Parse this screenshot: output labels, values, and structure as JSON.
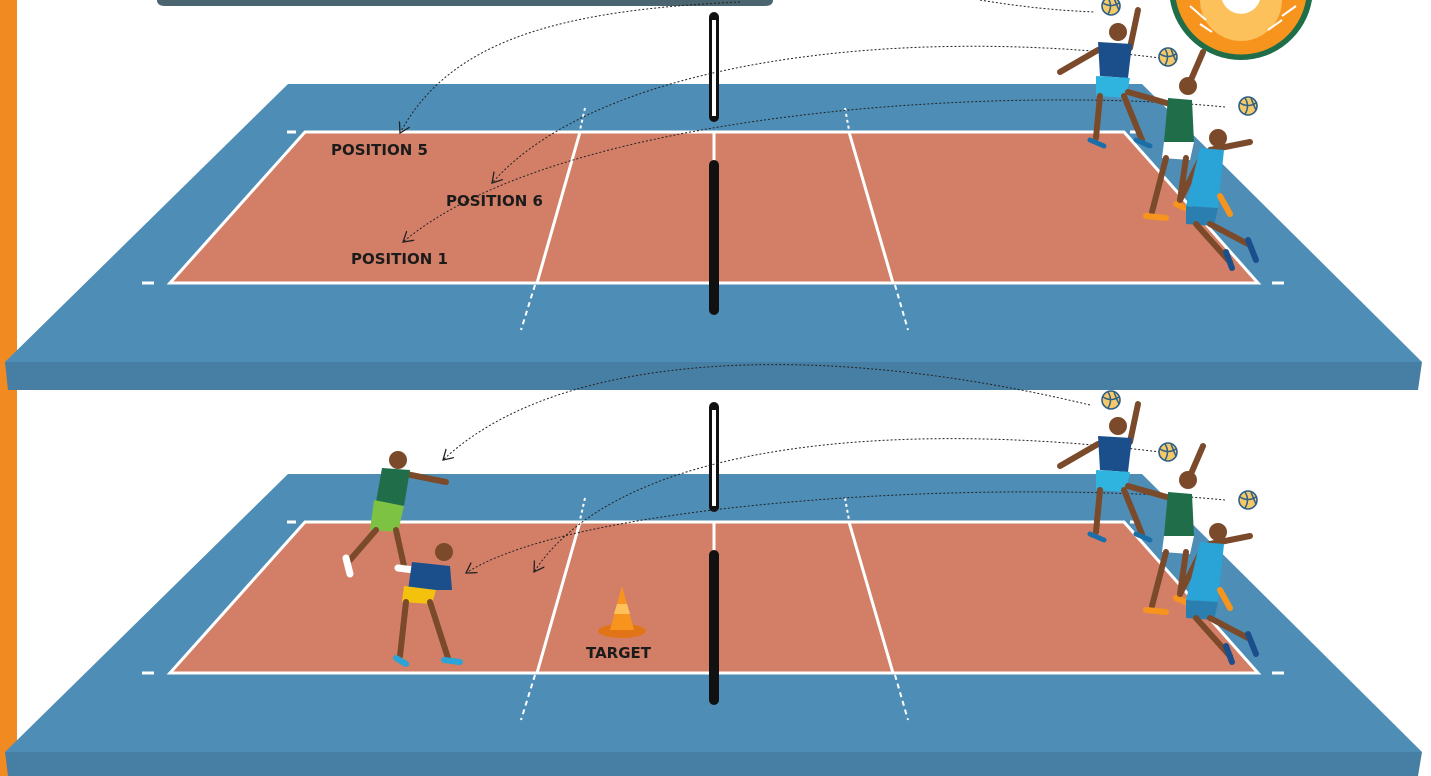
{
  "colors": {
    "side_bar": "#f28a22",
    "court_blue": "#4e8db6",
    "court_blue_dark": "#477ea3",
    "court_inner": "#d37f67",
    "court_line": "#ffffff",
    "net_post": "#111111",
    "panel_dark": "#4b6570",
    "cone_orange": "#f7941d",
    "cone_light": "#fcc15a",
    "skin": "#7a4a2b",
    "shirt_navy": "#1b4f8c",
    "shirt_green": "#1f6e49",
    "shirt_cyan": "#2aa3d6",
    "shorts_cyan": "#2fb3df",
    "shorts_lime": "#7dc242",
    "shorts_yellow": "#f4c20d",
    "ball": "#f3c96a"
  },
  "top_panel": {
    "labels": {
      "position_5": "POSITION 5",
      "position_6": "POSITION 6",
      "position_1": "POSITION 1"
    }
  },
  "bottom_panel": {
    "labels": {
      "target": "TARGET"
    }
  },
  "icons": [
    "volleyball-icon",
    "target-cone-icon",
    "wheel-icon",
    "player-icon"
  ]
}
